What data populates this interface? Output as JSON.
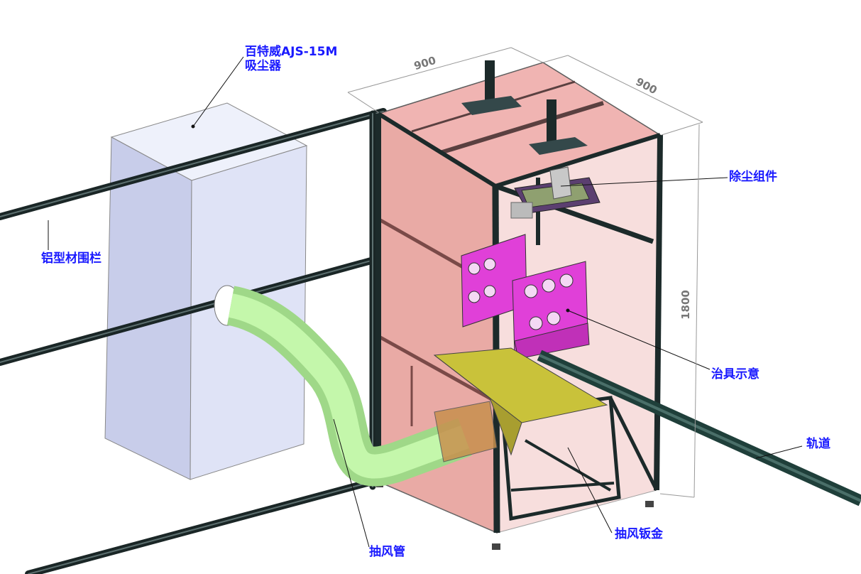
{
  "labels": {
    "vacuum_line1": "百特威AJS-15M",
    "vacuum_line2": "吸尘器",
    "fence": "铝型材围栏",
    "dust_assembly": "除尘组件",
    "fixture": "治具示意",
    "rail": "轨道",
    "duct": "抽风管",
    "hood": "抽风钣金"
  },
  "dimensions": {
    "width": "900",
    "depth": "900",
    "height": "1800"
  },
  "colors": {
    "label": "#1a1aff",
    "enclosure_panel": "#e8a4a0",
    "vacuum_box": "#dfe4f5",
    "duct": "#b9f09b",
    "fixture": "#e040d8",
    "hood": "#c9c23a",
    "profile": "#1c2a2a"
  }
}
